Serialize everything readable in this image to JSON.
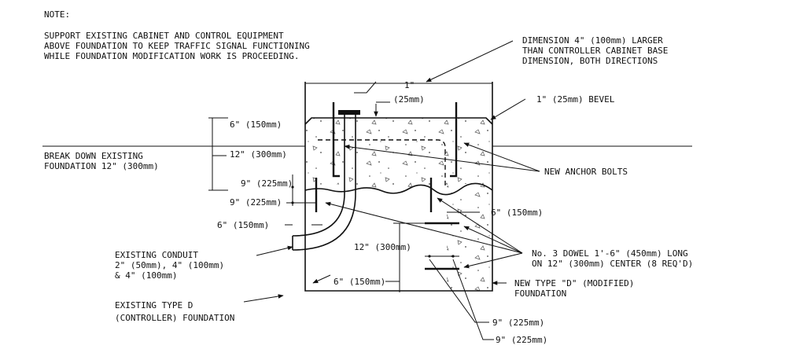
{
  "note": {
    "heading": "NOTE:",
    "lines": [
      "SUPPORT EXISTING CABINET AND CONTROL EQUIPMENT",
      "ABOVE FOUNDATION TO KEEP TRAFFIC SIGNAL FUNCTIONING",
      "WHILE FOUNDATION MODIFICATION WORK IS PROCEEDING."
    ]
  },
  "callouts": {
    "dimension_larger": [
      "DIMENSION 4\" (100mm) LARGER",
      "THAN CONTROLLER CABINET BASE",
      "DIMENSION, BOTH DIRECTIONS"
    ],
    "bevel": "1\" (25mm) BEVEL",
    "anchor_bolts": "NEW ANCHOR BOLTS",
    "break_down": [
      "BREAK DOWN EXISTING",
      "FOUNDATION 12\" (300mm)"
    ],
    "dowel": [
      "No. 3 DOWEL 1'-6\" (450mm) LONG",
      "ON 12\" (300mm) CENTER (8 REQ'D)"
    ],
    "conduit": [
      "EXISTING CONDUIT",
      "2\" (50mm), 4\" (100mm)",
      "& 4\" (100mm)"
    ],
    "new_foundation": [
      "NEW TYPE \"D\" (MODIFIED)",
      "FOUNDATION"
    ],
    "existing_foundation": [
      "EXISTING TYPE D",
      "(CONTROLLER) FOUNDATION"
    ]
  },
  "dimensions": {
    "one_inch": "1\"",
    "mm25": "(25mm)",
    "d6_top": "6\" (150mm)",
    "d12_left": "12\" (300mm)",
    "d9_a": "9\" (225mm)",
    "d9_b": "9\" (225mm)",
    "d6_left": "6\" (150mm)",
    "d6_right": "6\" (150mm)",
    "d12_center": "12\" (300mm)",
    "d6_bottom": "6\" (150mm)",
    "d9_bottom_a": "9\" (225mm)",
    "d9_bottom_b": "9\" (225mm)"
  }
}
